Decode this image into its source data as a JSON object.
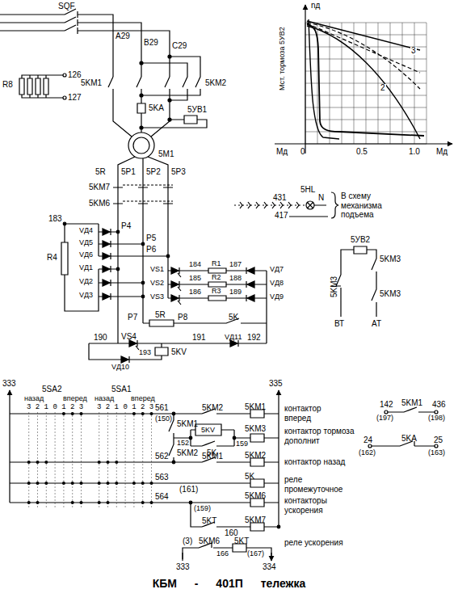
{
  "diagram": {
    "title": "КБМ - 401П тележка",
    "labels": [
      "SQF",
      "A29",
      "B29",
      "C29",
      "5KM1",
      "5KM2",
      "R8",
      "126",
      "127",
      "5KA",
      "5УВ1",
      "5M1",
      "5R",
      "5P1",
      "5P2",
      "5P3",
      "5KM7",
      "5KM6",
      "P4",
      "P5",
      "P6",
      "VД4",
      "VД5",
      "VД6",
      "183",
      "R4",
      "VД1",
      "VД2",
      "VД3",
      "VS1",
      "VS2",
      "VS3",
      "184",
      "185",
      "186",
      "R1",
      "R2",
      "R3",
      "187",
      "188",
      "189",
      "VД7",
      "VД8",
      "VД9",
      "P7",
      "5R",
      "P8",
      "5K",
      "190",
      "VS4",
      "VД10",
      "193",
      "191",
      "VД11",
      "192",
      "5KV",
      "Мст. тормоза 5УВ2",
      "nд",
      "3",
      "2",
      "Mд",
      "0",
      "0.5",
      "1.0",
      "Mд",
      "5HL",
      "431",
      "N",
      "В схему механизма подъема",
      "417",
      "5УВ2",
      "5KM3",
      "5KM3",
      "5KM3",
      "ВТ",
      "АТ",
      "142",
      "436",
      "5KM1",
      "(197)",
      "(198)",
      "24",
      "5KA",
      "25",
      "(162)",
      "(163)",
      "333",
      "5SA2",
      "назад",
      "вперед",
      "3 2 1 0 1 2 3",
      "5SA1",
      "назад",
      "вперед",
      "3 2 1 0 1 2 3",
      "335",
      "561",
      "(150)",
      "5KM2",
      "5KM1",
      "контактор вперед",
      "5KM1",
      "152",
      "5KV",
      "159",
      "5KM3",
      "5K",
      "контактор тормоза дополнит",
      "5KM2",
      "562",
      "5KM1",
      "5KM2",
      "контактор назад",
      "563",
      "(161)",
      "5K",
      "реле промежуточное",
      "564",
      "(159)",
      "5KM6",
      "контакторы ускорения",
      "5KT",
      "160",
      "5KM7",
      "(3)",
      "5KM6",
      "166",
      "5KT",
      "(167)",
      "реле ускорения",
      "333",
      "334"
    ]
  }
}
